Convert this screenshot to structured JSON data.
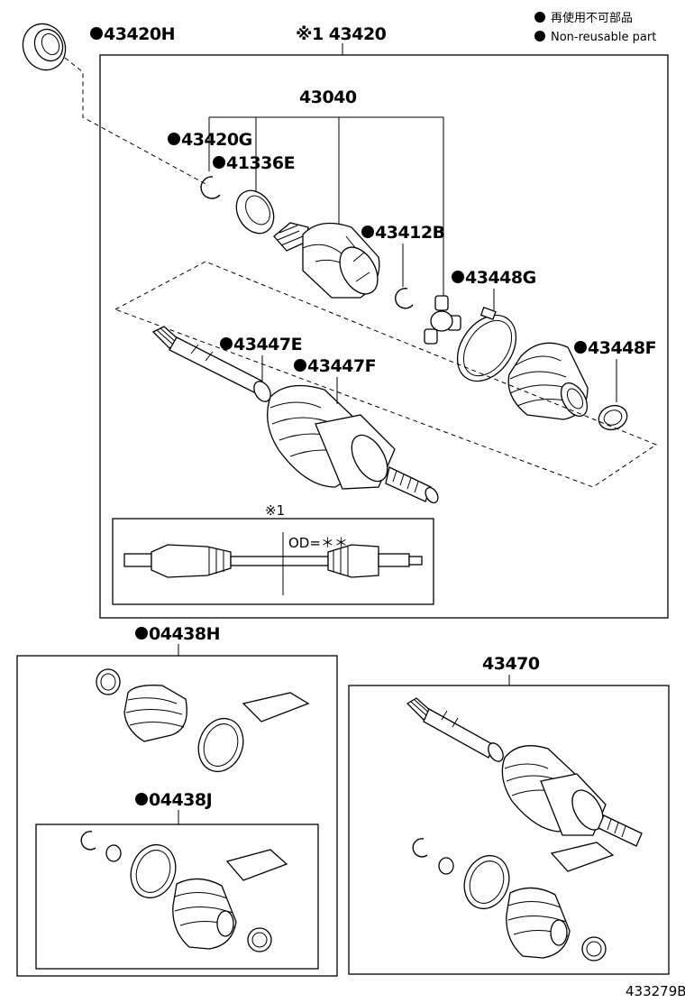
{
  "legend": {
    "line1": "再使用不可部品",
    "line2": "Non-reusable part"
  },
  "labels": {
    "p43420H": "43420H",
    "p43420": "※1 43420",
    "p43040": "43040",
    "p43420G": "43420G",
    "p41336E": "41336E",
    "p43412B": "43412B",
    "p43448G": "43448G",
    "p43447E": "43447E",
    "p43447F": "43447F",
    "p43448F": "43448F",
    "note1": "※1",
    "od": "OD=＊＊",
    "p04438H": "04438H",
    "p04438J": "04438J",
    "p43470": "43470",
    "ref": "433279B"
  }
}
